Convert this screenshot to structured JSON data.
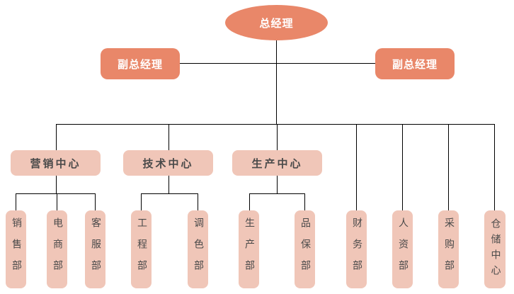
{
  "diagram": {
    "title": "organization-chart",
    "colors": {
      "primary_fill": "#E98769",
      "secondary_fill": "#F0C6B8",
      "line": "#000000",
      "text_light": "#FFFFFF",
      "text_dark": "#4A4A4A"
    },
    "root": {
      "label": "总经理"
    },
    "deputies": [
      {
        "label": "副总经理"
      },
      {
        "label": "副总经理"
      }
    ],
    "centers": [
      {
        "label": "营销中心"
      },
      {
        "label": "技术中心"
      },
      {
        "label": "生产中心"
      }
    ],
    "departments": [
      {
        "label": "销售部",
        "parent": "营销中心"
      },
      {
        "label": "电商部",
        "parent": "营销中心"
      },
      {
        "label": "客服部",
        "parent": "营销中心"
      },
      {
        "label": "工程部",
        "parent": "技术中心"
      },
      {
        "label": "调色部",
        "parent": "技术中心"
      },
      {
        "label": "生产部",
        "parent": "生产中心"
      },
      {
        "label": "品保部",
        "parent": "生产中心"
      },
      {
        "label": "财务部",
        "parent": "总经理"
      },
      {
        "label": "人资部",
        "parent": "总经理"
      },
      {
        "label": "采购部",
        "parent": "总经理"
      },
      {
        "label": "仓储中心",
        "parent": "总经理"
      }
    ]
  }
}
